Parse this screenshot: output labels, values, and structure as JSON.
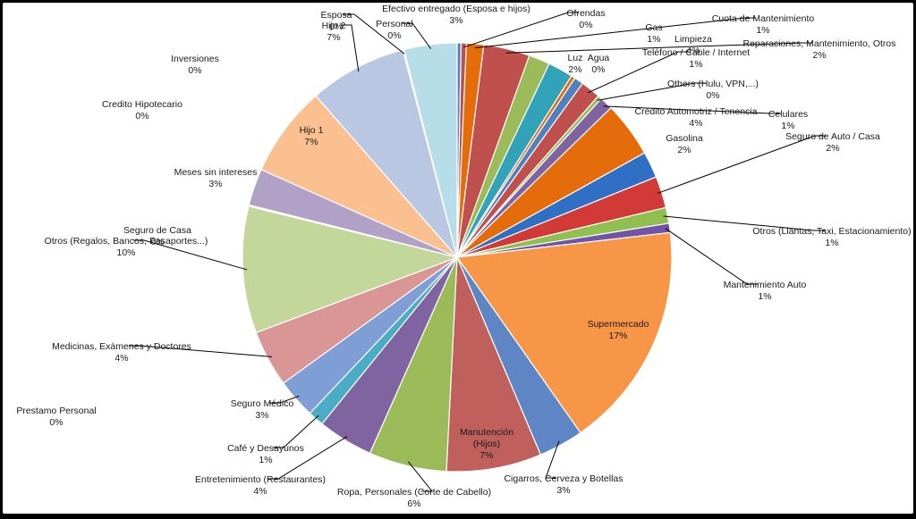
{
  "chart_data": {
    "type": "pie",
    "title": "",
    "start_angle_deg": 0,
    "direction": "clockwise",
    "slices": [
      {
        "name": "Efectivo entregado (Esposa e hijos)",
        "value": 0.3,
        "color": "#4f81bd",
        "label": "Efectivo entregado (Esposa e hijos)\n3%"
      },
      {
        "name": "Ofrendas",
        "value": 0.4,
        "color": "#c0504d",
        "label": "Ofrendas\n0%"
      },
      {
        "name": "Cuota de Mantenimiento",
        "value": 1.3,
        "color": "#e46c0a",
        "label": "Cuota de Mantenimiento\n1%"
      },
      {
        "name": "Reparaciones, Mantenimiento, Otros",
        "value": 3.5,
        "color": "#c0504d",
        "label": "Reparaciones, Mantenimiento, Otros\n2%"
      },
      {
        "name": "Limpieza",
        "value": 1.6,
        "color": "#9bbb59",
        "label": "Limpieza\n4%"
      },
      {
        "name": "Agua",
        "value": 1.9,
        "color": "#31a2b7",
        "label": "Agua\n0%"
      },
      {
        "name": "Gas",
        "value": 0.3,
        "color": "#e46c0a",
        "label": "Gas\n1%"
      },
      {
        "name": "Luz",
        "value": 0.7,
        "color": "#4f81bd",
        "label": "Luz\n2%"
      },
      {
        "name": "Teléfono / Cable / Internet",
        "value": 1.5,
        "color": "#c0504d",
        "label": "Teléfono / Cable / Internet\n1%"
      },
      {
        "name": "Others (Hulu, VPN,...)",
        "value": 0.3,
        "color": "#9bbb59",
        "label": "Others (Hulu, VPN,...)\n0%"
      },
      {
        "name": "Celulares",
        "value": 1.0,
        "color": "#8064a2",
        "label": "Celulares\n1%"
      },
      {
        "name": "Crédito Automotriz / Tenencia",
        "value": 4.2,
        "color": "#e46c0a",
        "label": "Crédito Automotriz / Tenencia\n4%"
      },
      {
        "name": "Gasolina",
        "value": 2.0,
        "color": "#2f6fc4",
        "label": "Gasolina\n2%"
      },
      {
        "name": "Seguro de Auto / Casa",
        "value": 2.4,
        "color": "#d13a36",
        "label": "Seguro de Auto / Casa\n2%"
      },
      {
        "name": "Otros (Llantas, Taxi, Estacionamiento)",
        "value": 1.2,
        "color": "#8fc04f",
        "label": "Otros (Llantas, Taxi, Estacionamiento)\n1%"
      },
      {
        "name": "Mantenimiento Auto",
        "value": 0.7,
        "color": "#7153a8",
        "label": "Mantenimiento Auto\n1%"
      },
      {
        "name": "Supermercado",
        "value": 17.2,
        "color": "#f79646",
        "label": "Supermercado\n17%"
      },
      {
        "name": "Cigarros, Cerveza y Botellas",
        "value": 3.4,
        "color": "#5f86c4",
        "label": "Cigarros, Cerveza y Botellas\n3%"
      },
      {
        "name": "Manutención (Hijos)",
        "value": 7.2,
        "color": "#c0605d",
        "label": "Manutención\n(Hijos)\n7%"
      },
      {
        "name": "Ropa, Personales (Corte de Cabello)",
        "value": 5.9,
        "color": "#9bbb59",
        "label": "Ropa, Personales (Corte de Cabello)\n6%"
      },
      {
        "name": "Entretenimiento (Restaurantes)",
        "value": 4.2,
        "color": "#8064a2",
        "label": "Entretenimiento (Restaurantes)\n4%"
      },
      {
        "name": "Café y Desayunos",
        "value": 1.2,
        "color": "#4bacc6",
        "label": "Café y Desayunos\n1%"
      },
      {
        "name": "Seguro Médico",
        "value": 3.0,
        "color": "#7f9ed6",
        "label": "Seguro Médico\n3%"
      },
      {
        "name": "Medicinas, Exámenes y Doctores",
        "value": 4.3,
        "color": "#d99694",
        "label": "Medicinas, Exámenes y Doctores\n4%"
      },
      {
        "name": "Prestamo Personal",
        "value": 0.0,
        "color": "#c0504d",
        "label": "Prestamo Personal\n0%"
      },
      {
        "name": "Otros (Regalos, Bancos, Pasaportes...)",
        "value": 9.6,
        "color": "#c4d79b",
        "label": "Otros (Regalos, Bancos, Pasaportes...)\n10%"
      },
      {
        "name": "Seguro de Casa",
        "value": 0.1,
        "color": "#b7a6c9",
        "label": "Seguro de Casa\n0%"
      },
      {
        "name": "Meses sin intereses",
        "value": 2.8,
        "color": "#b2a1c7",
        "label": "Meses sin intereses\n3%"
      },
      {
        "name": "Credito Hipotecario",
        "value": 0.0,
        "color": "#4bacc6",
        "label": "Credito Hipotecario\n0%"
      },
      {
        "name": "Hijo 1",
        "value": 6.9,
        "color": "#fac090",
        "label": "Hijo 1\n7%"
      },
      {
        "name": "Inversiones",
        "value": 0.0,
        "color": "#8eb4e3",
        "label": "Inversiones\n0%"
      },
      {
        "name": "Hijo 2",
        "value": 7.4,
        "color": "#b9c7e3",
        "label": "Hijo 2\n7%"
      },
      {
        "name": "Esposa",
        "value": 0.1,
        "color": "#e6b9b8",
        "label": "Esposa\n0%"
      },
      {
        "name": "Personal",
        "value": 4.0,
        "color": "#b7dde8",
        "label": "Personal\n0%"
      }
    ]
  }
}
